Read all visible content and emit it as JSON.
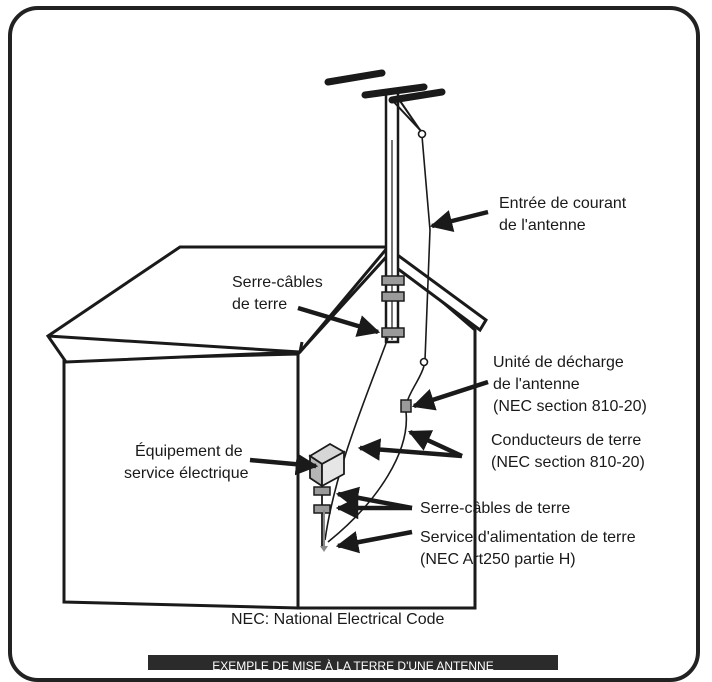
{
  "labels": {
    "antenna_lead_in_1": "Entrée de courant",
    "antenna_lead_in_2": "de l'antenne",
    "ground_clamp_top_1": "Serre-câbles",
    "ground_clamp_top_2": "de terre",
    "discharge_unit_1": "Unité de décharge",
    "discharge_unit_2": "de l'antenne",
    "discharge_unit_3": "(NEC section 810-20)",
    "ground_conductors_1": "Conducteurs de terre",
    "ground_conductors_2": "(NEC section 810-20)",
    "electric_service_1": "Équipement de",
    "electric_service_2": "service électrique",
    "ground_clamps_bottom": "Serre-câbles de terre",
    "power_ground_1": "Service d'alimentation de terre",
    "power_ground_2": "(NEC Art250 partie H)",
    "nec_note": "NEC: National Electrical Code",
    "footer_title": "EXEMPLE DE MISE À LA TERRE D'UNE ANTENNE"
  }
}
